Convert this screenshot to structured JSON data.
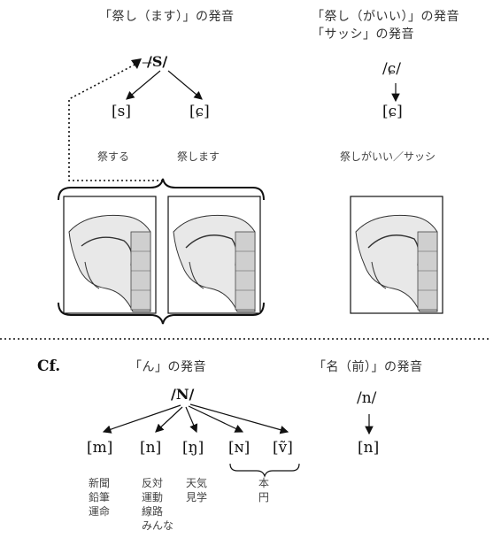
{
  "top_left": {
    "title": "「祭し（ます）」の発音",
    "root": "/̶S/",
    "branch_left": "[s]",
    "branch_right": "[ɕ]",
    "word_left": "祭する",
    "word_right": "祭します"
  },
  "top_right": {
    "title_line1": "「祭し（がいい）」の発音",
    "title_line2": "「サッシ」の発音",
    "root": "/ɕ/",
    "leaf": "[ɕ]",
    "word": "祭しがいい／サッシ"
  },
  "bottom": {
    "cf": "Cf.",
    "title_n": "「ん」の発音",
    "title_na": "「名（前）」の発音",
    "root_N": "/N/",
    "root_n": "/n/",
    "leaf_n": "[n]",
    "allophones": [
      "[m]",
      "[n]",
      "[ŋ]",
      "[ɴ]",
      "[ṽ]"
    ],
    "examples": {
      "m": [
        "新聞",
        "鉛筆",
        "運命"
      ],
      "n": [
        "反対",
        "運動",
        "線路",
        "みんな"
      ],
      "ng": [
        "天気",
        "見学"
      ],
      "nv": [
        "本",
        "円"
      ]
    }
  },
  "icons": [
    "vocal-tract-illustration",
    "brace"
  ]
}
